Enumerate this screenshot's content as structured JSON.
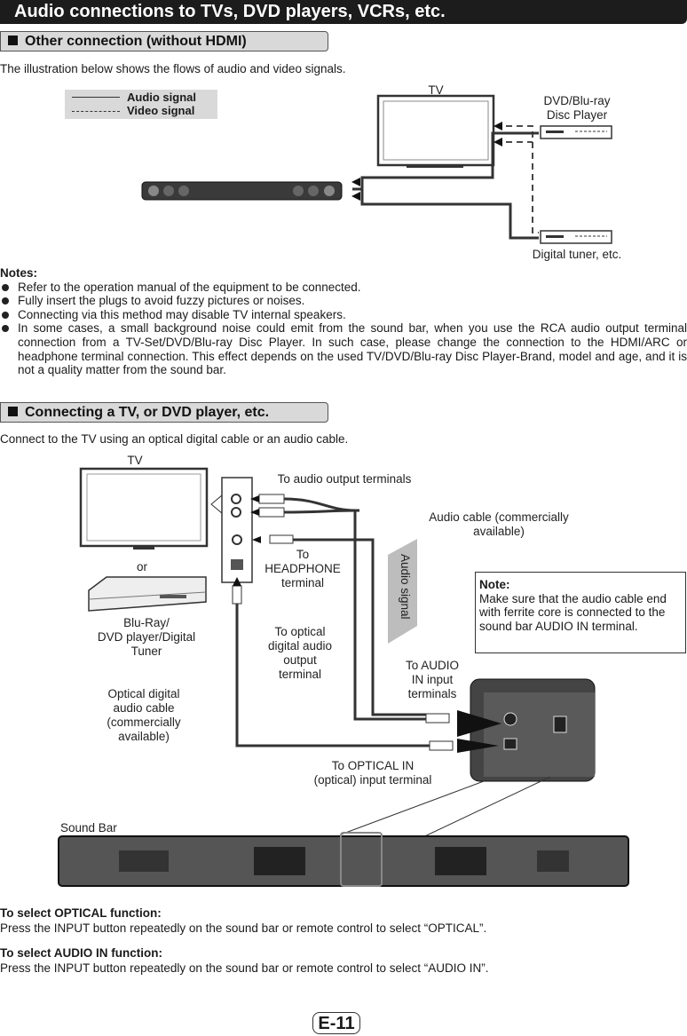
{
  "page_title": "Audio connections to TVs, DVD players, VCRs, etc.",
  "section1": {
    "heading": "Other connection (without HDMI)",
    "intro": "The illustration below shows the flows of audio and video signals.",
    "legend": {
      "audio": "Audio signal",
      "video": "Video signal"
    },
    "labels": {
      "tv": "TV",
      "dvd": "DVD/Blu-ray Disc Player",
      "tuner": "Digital tuner, etc."
    }
  },
  "notes": {
    "title": "Notes:",
    "items": [
      "Refer to the operation manual of the equipment to be connected.",
      "Fully insert the plugs to avoid fuzzy pictures or noises.",
      "Connecting via this method may disable TV internal speakers.",
      "In some cases, a small background noise could emit from the sound bar, when you use the RCA audio output terminal connection from a TV-Set/DVD/Blu-ray Disc Player. In such case, please change the connection to the HDMI/ARC or headphone terminal connection. This effect depends on the used TV/DVD/Blu-ray Disc Player-Brand, model and age, and it is not a quality matter from the sound bar."
    ]
  },
  "section2": {
    "heading": "Connecting a TV, or DVD player, etc.",
    "intro": "Connect to the TV using an optical digital cable or an audio cable.",
    "labels": {
      "tv": "TV",
      "or": "or",
      "player": [
        "Blu-Ray/",
        "DVD player/Digital",
        "Tuner"
      ],
      "audio_output": "To audio output terminals",
      "audio_cable": [
        "Audio cable (commercially",
        "available)"
      ],
      "headphone": [
        "To",
        "HEADPHONE",
        "terminal"
      ],
      "audio_signal": "Audio signal",
      "optical_out": [
        "To optical",
        "digital audio",
        "output",
        "terminal"
      ],
      "audio_in": [
        "To AUDIO",
        "IN input",
        "terminals"
      ],
      "optical_cable": [
        "Optical digital",
        "audio cable",
        "(commercially",
        "available)"
      ],
      "optical_in": [
        "To OPTICAL IN",
        "(optical) input terminal"
      ],
      "sound_bar": "Sound Bar"
    },
    "note": {
      "title": "Note:",
      "text": "Make sure that the audio cable end with ferrite core is connected to the sound bar AUDIO IN terminal."
    }
  },
  "select_optical": {
    "title": "To select OPTICAL function:",
    "text": "Press the INPUT button repeatedly on the sound bar or remote control to select “OPTICAL”."
  },
  "select_audio_in": {
    "title": "To select AUDIO IN function:",
    "text": "Press the INPUT button repeatedly on the sound bar or remote control to select “AUDIO IN”."
  },
  "page_number": "E-11"
}
